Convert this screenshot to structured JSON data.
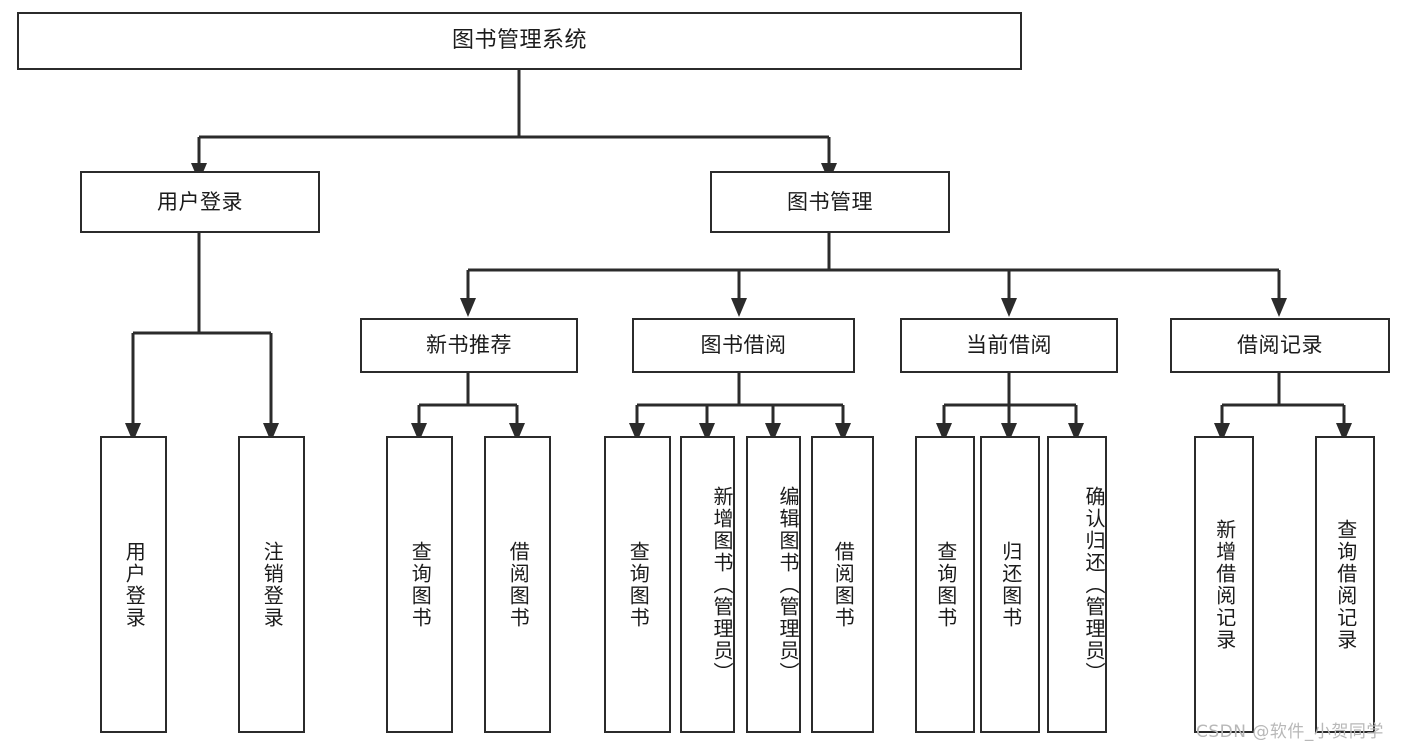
{
  "diagram": {
    "title": "图书管理系统",
    "watermark": "CSDN @软件_小贺同学",
    "colors": {
      "stroke": "#2b2b2b",
      "fill": "#ffffff",
      "text": "#1b1b1b",
      "watermark": "#b8b8b8"
    },
    "root": {
      "label": "图书管理系统"
    },
    "level2": [
      {
        "label": "用户登录"
      },
      {
        "label": "图书管理"
      }
    ],
    "level3": [
      {
        "label": "新书推荐"
      },
      {
        "label": "图书借阅"
      },
      {
        "label": "当前借阅"
      },
      {
        "label": "借阅记录"
      }
    ],
    "leaves": {
      "user_login": [
        {
          "label": "用户登录"
        },
        {
          "label": "注销登录"
        }
      ],
      "new_book": [
        {
          "label": "查询图书"
        },
        {
          "label": "借阅图书"
        }
      ],
      "book_borrow": [
        {
          "label": "查询图书"
        },
        {
          "label": "新增图书（管理员）"
        },
        {
          "label": "编辑图书（管理员）"
        },
        {
          "label": "借阅图书"
        }
      ],
      "current_borrow": [
        {
          "label": "查询图书"
        },
        {
          "label": "归还图书"
        },
        {
          "label": "确认归还（管理员）"
        }
      ],
      "borrow_record": [
        {
          "label": "新增借阅记录"
        },
        {
          "label": "查询借阅记录"
        }
      ]
    }
  }
}
